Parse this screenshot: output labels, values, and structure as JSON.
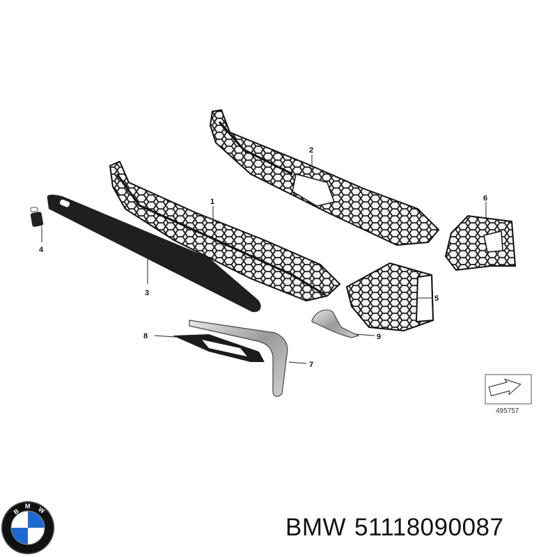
{
  "callouts": [
    "1",
    "2",
    "3",
    "4",
    "5",
    "6",
    "7",
    "8",
    "9"
  ],
  "reference_number": "495757",
  "logo": {
    "name": "bmw-roundel",
    "text": "BMW",
    "colors": {
      "blue": "#1c69d4",
      "white": "#ffffff",
      "ring": "#111111"
    }
  },
  "caption": {
    "brand": "BMW",
    "part_number": "51118090087"
  }
}
